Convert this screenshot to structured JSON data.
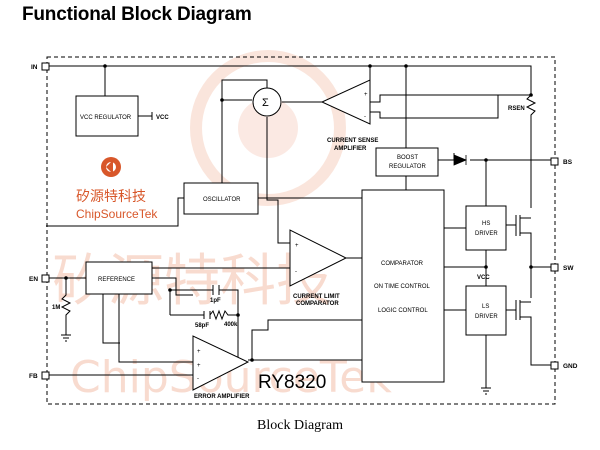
{
  "title": "Functional Block Diagram",
  "caption": "Block Diagram",
  "part_number": "RY8320",
  "logo": {
    "cn": "矽源特科技",
    "en": "ChipSourceTek"
  },
  "watermark": {
    "cn": "矽源特科技",
    "en": "ChipSourceTek"
  },
  "pins": {
    "in": "IN",
    "en": "EN",
    "fb": "FB",
    "bs": "BS",
    "sw": "SW",
    "gnd": "GND"
  },
  "blocks": {
    "vcc_regulator": "VCC REGULATOR",
    "vcc_out": "VCC",
    "sum": "Σ",
    "current_sense_amp": [
      "CURRENT SENSE",
      "AMPLIFIER"
    ],
    "rsen": "RSEN",
    "boost_regulator": [
      "BOOST",
      "REGULATOR"
    ],
    "oscillator": "OSCILLATOR",
    "reference": "REFERENCE",
    "current_limit_comp": [
      "CURRENT LIMIT",
      "COMPARATOR"
    ],
    "control": [
      "COMPARATOR",
      "ON TIME CONTROL",
      "LOGIC CONTROL"
    ],
    "hs_driver": [
      "HS",
      "DRIVER"
    ],
    "ls_driver": [
      "LS",
      "DRIVER"
    ],
    "vcc_label": "VCC",
    "error_amp": "ERROR AMPLIFIER",
    "r_en": "1M",
    "c1": "1pF",
    "c2": "58pF",
    "r_comp": "400k",
    "plus": "+",
    "minus": "-"
  },
  "colors": {
    "watermark": "#f6cfc0",
    "logo": "#d8572a",
    "line": "#000000"
  }
}
